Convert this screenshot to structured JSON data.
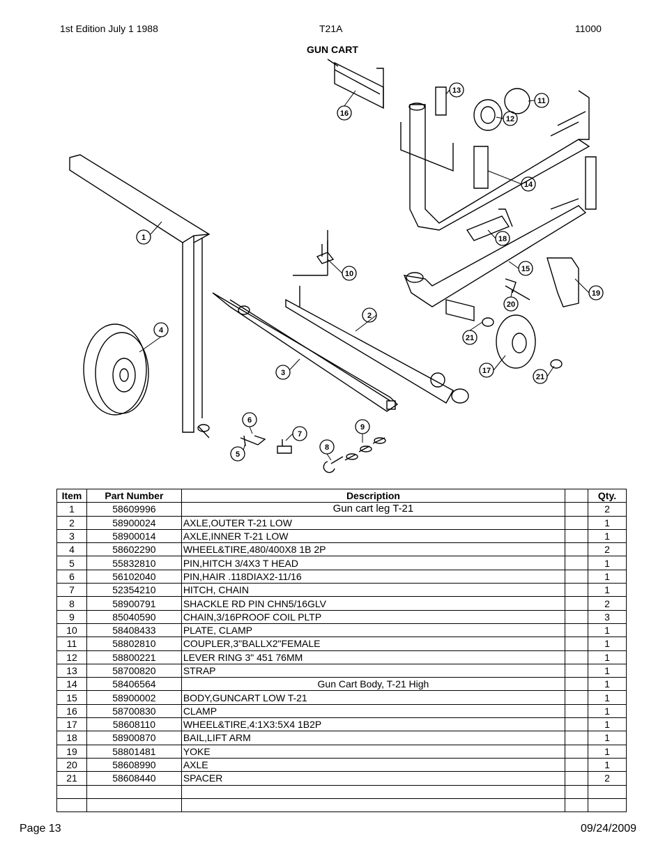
{
  "header": {
    "edition": "1st Edition July 1 1988",
    "model": "T21A",
    "code": "11000"
  },
  "title": "GUN CART",
  "callouts": [
    "1",
    "2",
    "3",
    "4",
    "5",
    "6",
    "7",
    "8",
    "9",
    "10",
    "11",
    "12",
    "13",
    "14",
    "15",
    "16",
    "17",
    "18",
    "19",
    "20",
    "21",
    "21"
  ],
  "table": {
    "columns": [
      "Item",
      "Part Number",
      "Description",
      "",
      "Qty."
    ],
    "rows": [
      {
        "item": "1",
        "part": "58609996",
        "desc": "Gun cart leg T-21",
        "qty": "2",
        "center": true
      },
      {
        "item": "2",
        "part": "58900024",
        "desc": "AXLE,OUTER T-21 LOW",
        "qty": "1"
      },
      {
        "item": "3",
        "part": "58900014",
        "desc": "AXLE,INNER T-21 LOW",
        "qty": "1"
      },
      {
        "item": "4",
        "part": "58602290",
        "desc": "WHEEL&TIRE,480/400X8 1B 2P",
        "qty": "2"
      },
      {
        "item": "5",
        "part": "55832810",
        "desc": "PIN,HITCH 3/4X3 T HEAD",
        "qty": "1"
      },
      {
        "item": "6",
        "part": "56102040",
        "desc": "PIN,HAIR .118DIAX2-11/16",
        "qty": "1"
      },
      {
        "item": "7",
        "part": "52354210",
        "desc": "HITCH, CHAIN",
        "qty": "1"
      },
      {
        "item": "8",
        "part": "58900791",
        "desc": "SHACKLE RD PIN CHN5/16GLV",
        "qty": "2"
      },
      {
        "item": "9",
        "part": "85040590",
        "desc": "CHAIN,3/16PROOF COIL PLTP",
        "qty": "3"
      },
      {
        "item": "10",
        "part": "58408433",
        "desc": "PLATE, CLAMP",
        "qty": "1"
      },
      {
        "item": "11",
        "part": "58802810",
        "desc": "COUPLER,3\"BALLX2\"FEMALE",
        "qty": "1"
      },
      {
        "item": "12",
        "part": "58800221",
        "desc": "LEVER RING 3\"  451  76MM",
        "qty": "1"
      },
      {
        "item": "13",
        "part": "58700820",
        "desc": "STRAP",
        "qty": "1"
      },
      {
        "item": "14",
        "part": "58406564",
        "desc": "Gun Cart Body, T-21 High",
        "qty": "1",
        "center": true
      },
      {
        "item": "15",
        "part": "58900002",
        "desc": "BODY,GUNCART LOW T-21",
        "qty": "1"
      },
      {
        "item": "16",
        "part": "58700830",
        "desc": "CLAMP",
        "qty": "1"
      },
      {
        "item": "17",
        "part": "58608110",
        "desc": "WHEEL&TIRE,4:1X3:5X4 1B2P",
        "qty": "1"
      },
      {
        "item": "18",
        "part": "58900870",
        "desc": "BAIL,LIFT ARM",
        "qty": "1"
      },
      {
        "item": "19",
        "part": "58801481",
        "desc": "YOKE",
        "qty": "1"
      },
      {
        "item": "20",
        "part": "58608990",
        "desc": "AXLE",
        "qty": "1"
      },
      {
        "item": "21",
        "part": "58608440",
        "desc": "SPACER",
        "qty": "2"
      },
      {
        "item": "",
        "part": "",
        "desc": "",
        "qty": ""
      },
      {
        "item": "",
        "part": "",
        "desc": "",
        "qty": ""
      }
    ]
  },
  "footer": {
    "page": "Page 13",
    "date": "09/24/2009"
  }
}
